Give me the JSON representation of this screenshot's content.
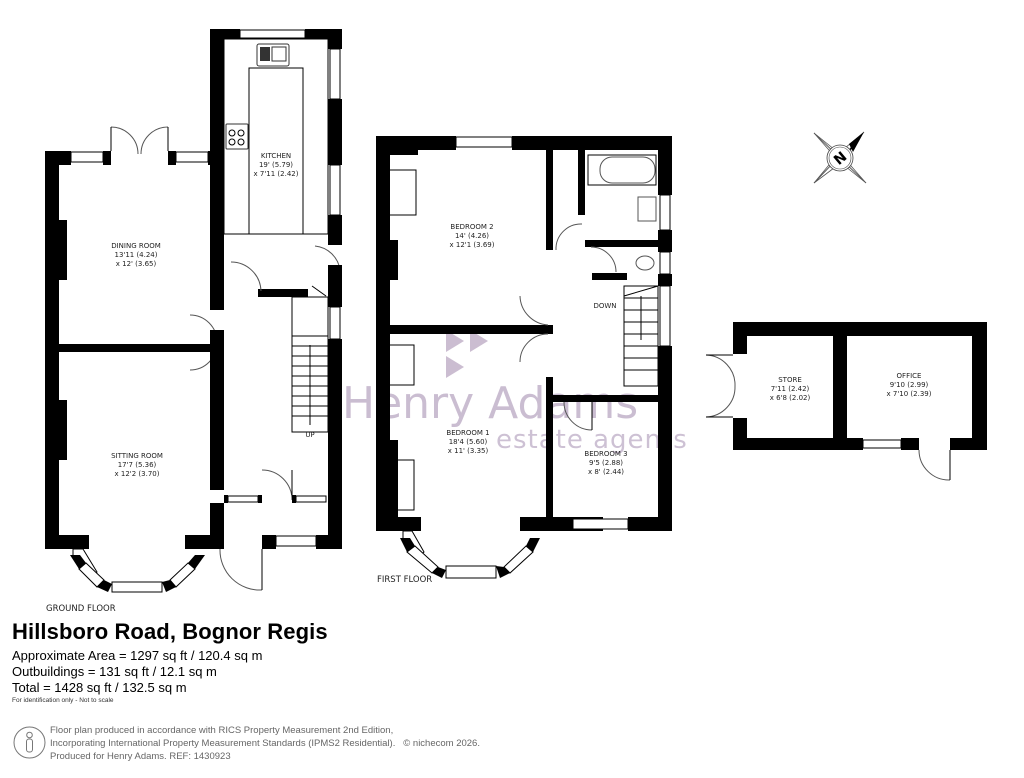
{
  "property": {
    "title": "Hillsboro Road, Bognor Regis",
    "areas": [
      "Approximate Area = 1297 sq ft / 120.4 sq m",
      "Outbuildings = 131 sq ft / 12.1 sq m",
      "Total = 1428 sq ft / 132.5 sq m"
    ],
    "note": "For identification only - Not to scale"
  },
  "footer": {
    "lines": [
      "Floor plan produced in accordance with RICS Property Measurement 2nd Edition,",
      "Incorporating International Property Measurement Standards (IPMS2 Residential).",
      "Produced for Henry Adams.    REF: 1430923"
    ],
    "copyright": "© nichecom 2026.",
    "icon": "person-info-icon"
  },
  "watermark": {
    "brand": "Henry Adams",
    "tagline": "estate agents",
    "color": "#b9a7c2"
  },
  "compass": {
    "label": "N",
    "icon": "compass-north-icon"
  },
  "floors": {
    "ground": {
      "label": "GROUND FLOOR",
      "rooms": [
        {
          "name": "DINING ROOM",
          "dim1": "13'11 (4.24)",
          "dim2": "x 12' (3.65)"
        },
        {
          "name": "SITTING ROOM",
          "dim1": "17'7 (5.36)",
          "dim2": "x 12'2 (3.70)"
        },
        {
          "name": "KITCHEN",
          "dim1": "19' (5.79)",
          "dim2": "x 7'11 (2.42)"
        }
      ],
      "stairs_label": "UP"
    },
    "first": {
      "label": "FIRST FLOOR",
      "rooms": [
        {
          "name": "BEDROOM 2",
          "dim1": "14' (4.26)",
          "dim2": "x 12'1 (3.69)"
        },
        {
          "name": "BEDROOM 1",
          "dim1": "18'4 (5.60)",
          "dim2": "x 11' (3.35)"
        },
        {
          "name": "BEDROOM 3",
          "dim1": "9'5 (2.88)",
          "dim2": "x 8' (2.44)"
        }
      ],
      "stairs_label": "DOWN"
    },
    "outbuildings": {
      "rooms": [
        {
          "name": "STORE",
          "dim1": "7'11 (2.42)",
          "dim2": "x 6'8 (2.02)"
        },
        {
          "name": "OFFICE",
          "dim1": "9'10 (2.99)",
          "dim2": "x 7'10 (2.39)"
        }
      ]
    }
  }
}
